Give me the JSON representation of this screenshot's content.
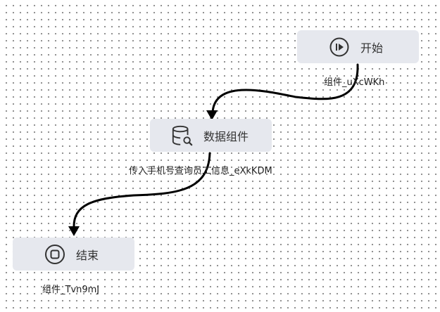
{
  "flow": {
    "nodes": [
      {
        "id": "start",
        "label": "开始",
        "caption": "组件_uXcWKh",
        "icon": "play-circle-icon"
      },
      {
        "id": "data",
        "label": "数据组件",
        "caption": "传入手机号查询员工信息_eXkKDM",
        "icon": "database-search-icon"
      },
      {
        "id": "end",
        "label": "结束",
        "caption": "组件_Tvn9mJ",
        "icon": "stop-circle-icon"
      }
    ],
    "edges": [
      {
        "from": "start",
        "to": "data"
      },
      {
        "from": "data",
        "to": "end"
      }
    ]
  }
}
